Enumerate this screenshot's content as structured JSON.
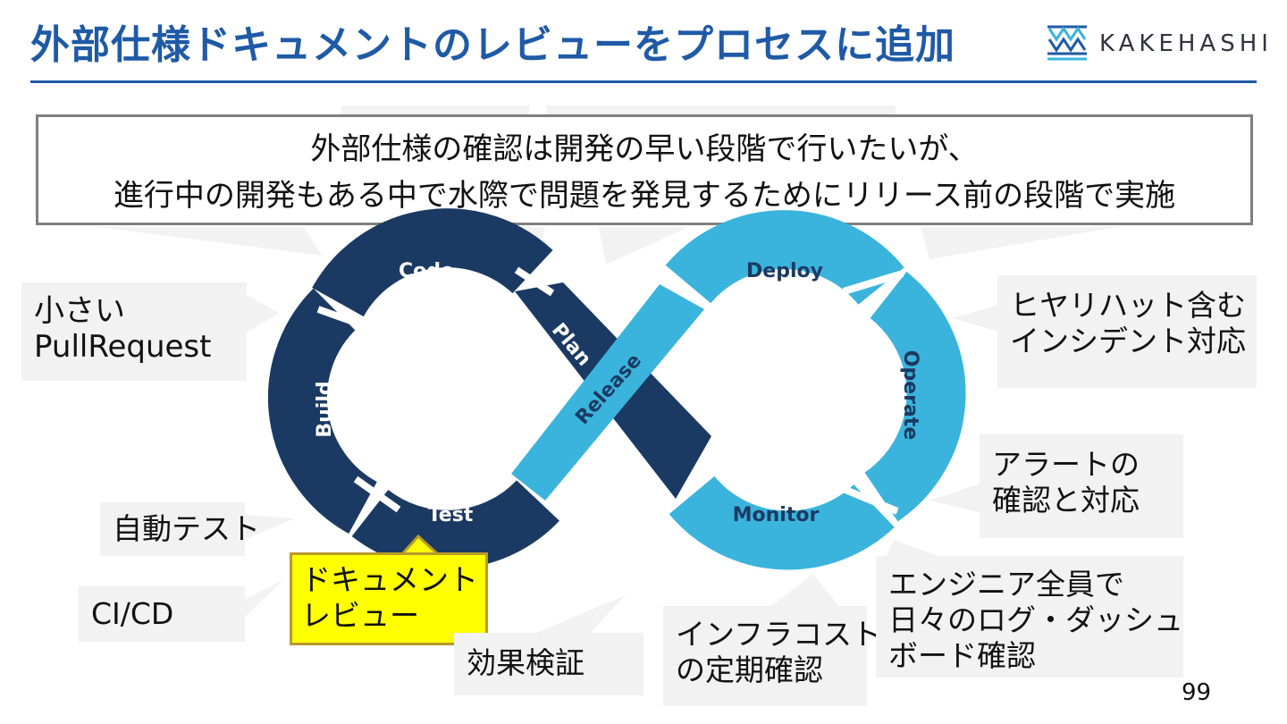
{
  "slide": {
    "title": "外部仕様ドキュメントのレビューをプロセスに追加",
    "logo_text": "KAKEHASHI",
    "page_number": "99"
  },
  "banner": {
    "line1": "外部仕様の確認は開発の早い段階で行いたいが、",
    "line2": "進行中の開発もある中で水際で問題を発見するためにリリース前の段階で実施"
  },
  "loop": {
    "stages": {
      "code": "Code",
      "build": "Build",
      "test": "Test",
      "plan": "Plan",
      "release": "Release",
      "deploy": "Deploy",
      "operate": "Operate",
      "monitor": "Monitor"
    }
  },
  "callouts": {
    "small_pr": {
      "line1": "小さい",
      "line2": "PullRequest"
    },
    "auto_test": "自動テスト",
    "cicd": "CI/CD",
    "doc_review": {
      "line1": "ドキュメント",
      "line2": "レビュー"
    },
    "effect": "効果検証",
    "infra_cost": {
      "line1": "インフラコスト",
      "line2": "の定期確認"
    },
    "near_miss": {
      "line1": "ヒヤリハット含む",
      "line2": "インシデント対応"
    },
    "alert": {
      "line1": "アラートの",
      "line2": "確認と対応"
    },
    "engineers": {
      "line1": "エンジニア全員で",
      "line2": "日々のログ・ダッシュ",
      "line3": "ボード確認"
    }
  },
  "colors": {
    "title": "#1f5aa6",
    "dark_loop": "#1b3a63",
    "light_loop": "#3ab4dc",
    "callout_bg": "#f2f2f2",
    "highlight": "#ffff00"
  }
}
